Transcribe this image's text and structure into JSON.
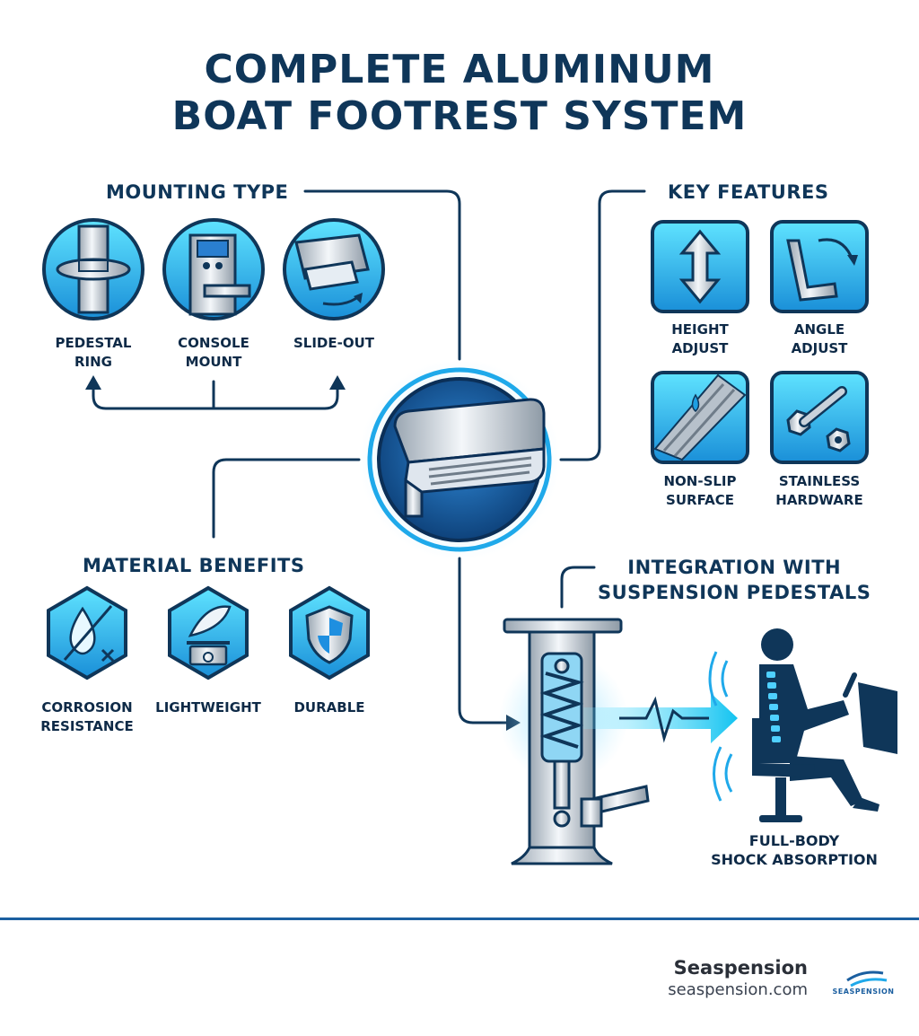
{
  "title": {
    "line1": "COMPLETE ALUMINUM",
    "line2": "BOAT FOOTREST SYSTEM"
  },
  "mounting": {
    "heading": "MOUNTING TYPE",
    "items": [
      {
        "line1": "PEDESTAL",
        "line2": "RING",
        "icon": "pedestal-ring-icon"
      },
      {
        "line1": "CONSOLE",
        "line2": "MOUNT",
        "icon": "console-mount-icon"
      },
      {
        "line1": "SLIDE-OUT",
        "line2": "",
        "icon": "slide-out-icon"
      }
    ]
  },
  "features": {
    "heading": "KEY FEATURES",
    "items": [
      {
        "line1": "HEIGHT",
        "line2": "ADJUST",
        "icon": "height-adjust-icon"
      },
      {
        "line1": "ANGLE",
        "line2": "ADJUST",
        "icon": "angle-adjust-icon"
      },
      {
        "line1": "NON-SLIP",
        "line2": "SURFACE",
        "icon": "non-slip-surface-icon"
      },
      {
        "line1": "STAINLESS",
        "line2": "HARDWARE",
        "icon": "bolt-nut-icon"
      }
    ]
  },
  "materials": {
    "heading": "MATERIAL BENEFITS",
    "items": [
      {
        "line1": "CORROSION",
        "line2": "RESISTANCE",
        "icon": "water-drop-icon"
      },
      {
        "line1": "LIGHTWEIGHT",
        "line2": "",
        "icon": "feather-scale-icon"
      },
      {
        "line1": "DURABLE",
        "line2": "",
        "icon": "shield-icon"
      }
    ]
  },
  "integration": {
    "heading_line1": "INTEGRATION WITH",
    "heading_line2": "SUSPENSION PEDESTALS",
    "caption_line1": "FULL-BODY",
    "caption_line2": "SHOCK ABSORPTION"
  },
  "brand": {
    "name": "Seaspension",
    "url": "seaspension.com",
    "logo_word": "SEASPENSION"
  },
  "colors": {
    "navy": "#0f3659",
    "cyan": "#1ec8ef",
    "blue": "#1b6fc4",
    "accent": "#1b5fa0"
  }
}
